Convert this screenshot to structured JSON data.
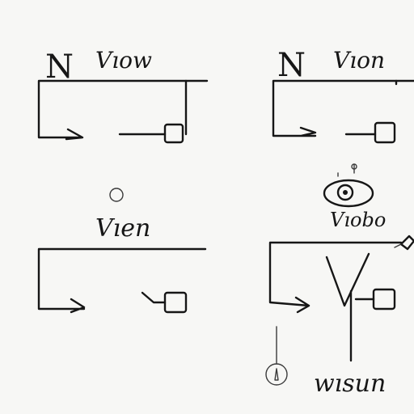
{
  "panels": {
    "top_left": {
      "letter": "N",
      "label": "Vıow"
    },
    "top_right": {
      "letter": "N",
      "label": "Vıon"
    },
    "bottom_left": {
      "label": "Vıen"
    },
    "bottom_right": {
      "letter": "V",
      "label": "Vıobo",
      "footer_label": "wısun"
    }
  },
  "colors": {
    "ink": "#161616",
    "paper": "#f7f7f5"
  }
}
